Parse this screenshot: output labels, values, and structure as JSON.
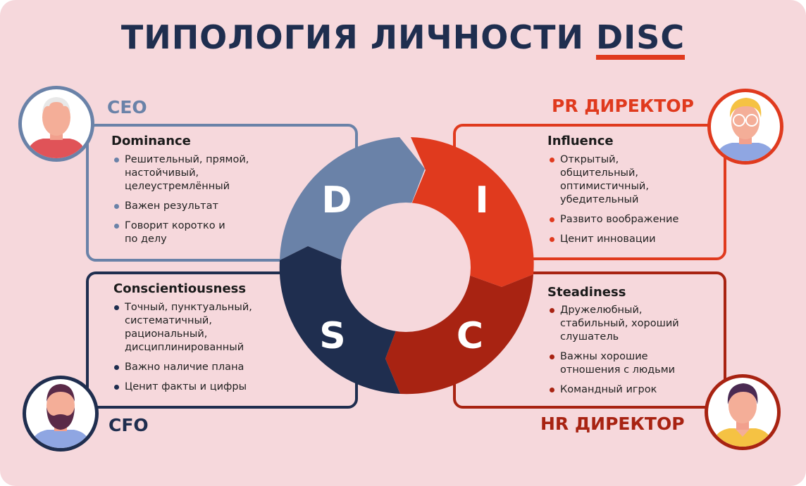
{
  "title": {
    "main": "ТИПОЛОГИЯ ЛИЧНОСТИ ",
    "accent": "DISC"
  },
  "wheel": {
    "d": "D",
    "i": "I",
    "s": "S",
    "c": "C"
  },
  "colors": {
    "d": "#6a82a8",
    "i": "#e03a1e",
    "c": "#1f2e4f",
    "s": "#a82312",
    "title": "#1f2e4f",
    "background": "#f6d8dc"
  },
  "quadrants": {
    "dominance": {
      "role": "CEO",
      "heading": "Dominance",
      "items": [
        "Решительный, прямой, настойчивый, целеустремлённый",
        "Важен результат",
        "Говорит коротко и по делу"
      ]
    },
    "influence": {
      "role": "PR ДИРЕКТОР",
      "heading": "Influence",
      "items": [
        "Открытый, общительный, оптимистичный, убедительный",
        "Развито воображение",
        "Ценит инновации"
      ]
    },
    "conscientiousness": {
      "role": "CFO",
      "heading": "Conscientiousness",
      "items": [
        "Точный, пунктуальный, систематичный, рациональный, дисциплинированный",
        "Важно наличие плана",
        "Ценит факты и цифры"
      ]
    },
    "steadiness": {
      "role": "HR ДИРЕКТОР",
      "heading": "Steadiness",
      "items": [
        "Дружелюбный, стабильный, хороший слушатель",
        "Важны хорошие отношения с людьми",
        "Командный игрок"
      ]
    }
  }
}
